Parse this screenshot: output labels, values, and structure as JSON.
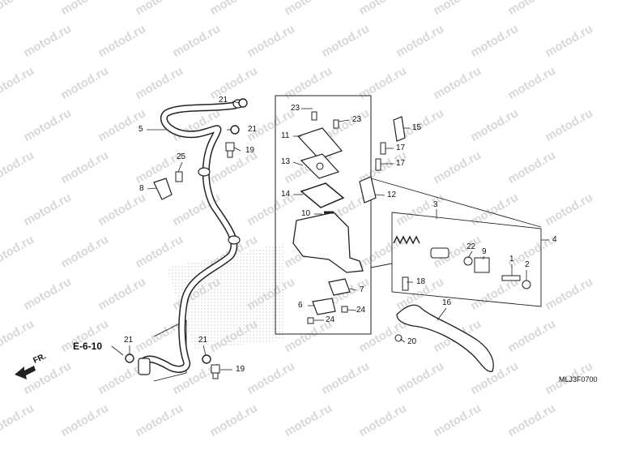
{
  "watermark": "motod.ru",
  "reference": "E-6-10",
  "figure_code": "MLJ3F0700",
  "front_marker": "FR.",
  "callouts": {
    "c1": "1",
    "c2": "2",
    "c3": "3",
    "c4": "4",
    "c5": "5",
    "c6": "6",
    "c7": "7",
    "c8": "8",
    "c9": "9",
    "c10": "10",
    "c11": "11",
    "c12": "12",
    "c13": "13",
    "c14": "14",
    "c15": "15",
    "c16": "16",
    "c17a": "17",
    "c17b": "17",
    "c18": "18",
    "c19a": "19",
    "c19b": "19",
    "c20": "20",
    "c21a": "21",
    "c21b": "21",
    "c21c": "21",
    "c21d": "21",
    "c22": "22",
    "c23a": "23",
    "c23b": "23",
    "c24a": "24",
    "c24b": "24",
    "c25": "25"
  }
}
